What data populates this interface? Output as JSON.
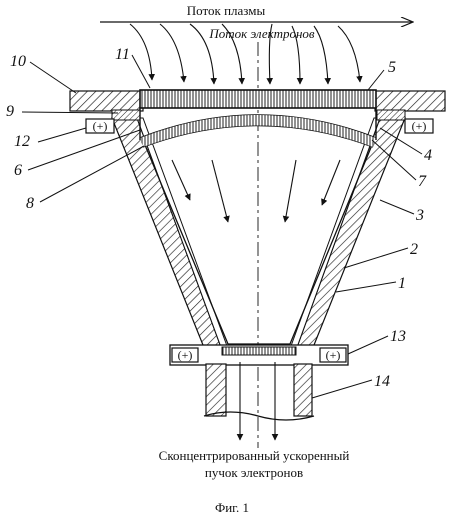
{
  "diagram": {
    "plasma_flow_label": "Поток плазмы",
    "electron_flow_label": "Поток электронов",
    "output_caption_line1": "Сконцентрированный ускоренный",
    "output_caption_line2": "пучок электронов",
    "figure_caption": "Фиг. 1",
    "terminal_symbol": "(+)",
    "callouts": [
      "1",
      "2",
      "3",
      "4",
      "5",
      "6",
      "7",
      "8",
      "9",
      "10",
      "11",
      "12",
      "13",
      "14"
    ]
  }
}
